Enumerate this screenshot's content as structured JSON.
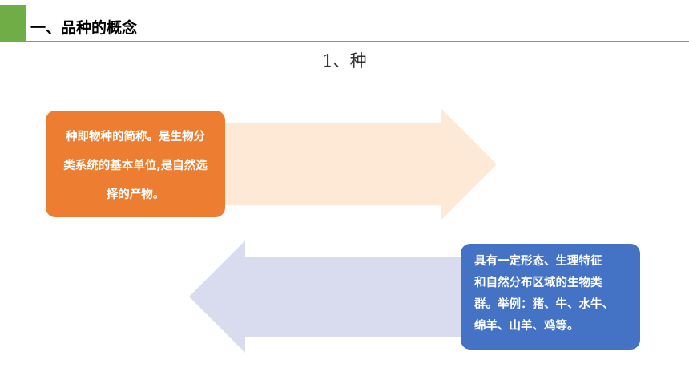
{
  "header": {
    "title": "一、品种的概念"
  },
  "subtitle": "1、种",
  "boxes": {
    "orange": {
      "lines": [
        "种即物种的简称。是生物分",
        "类系统的基本单位,是自然选",
        "择的产物。"
      ]
    },
    "blue": {
      "lines": [
        "具有一定形态、生理特征",
        "和自然分布区域的生物类",
        "群。举例：猪、牛、水牛、",
        "绵羊、山羊、鸡等。"
      ]
    }
  },
  "colors": {
    "accent_green": "#70ad47",
    "orange": "#ed7d31",
    "blue": "#4472c4",
    "arrow_peach": "#fde9d5",
    "arrow_lavender": "#d9dcef"
  }
}
